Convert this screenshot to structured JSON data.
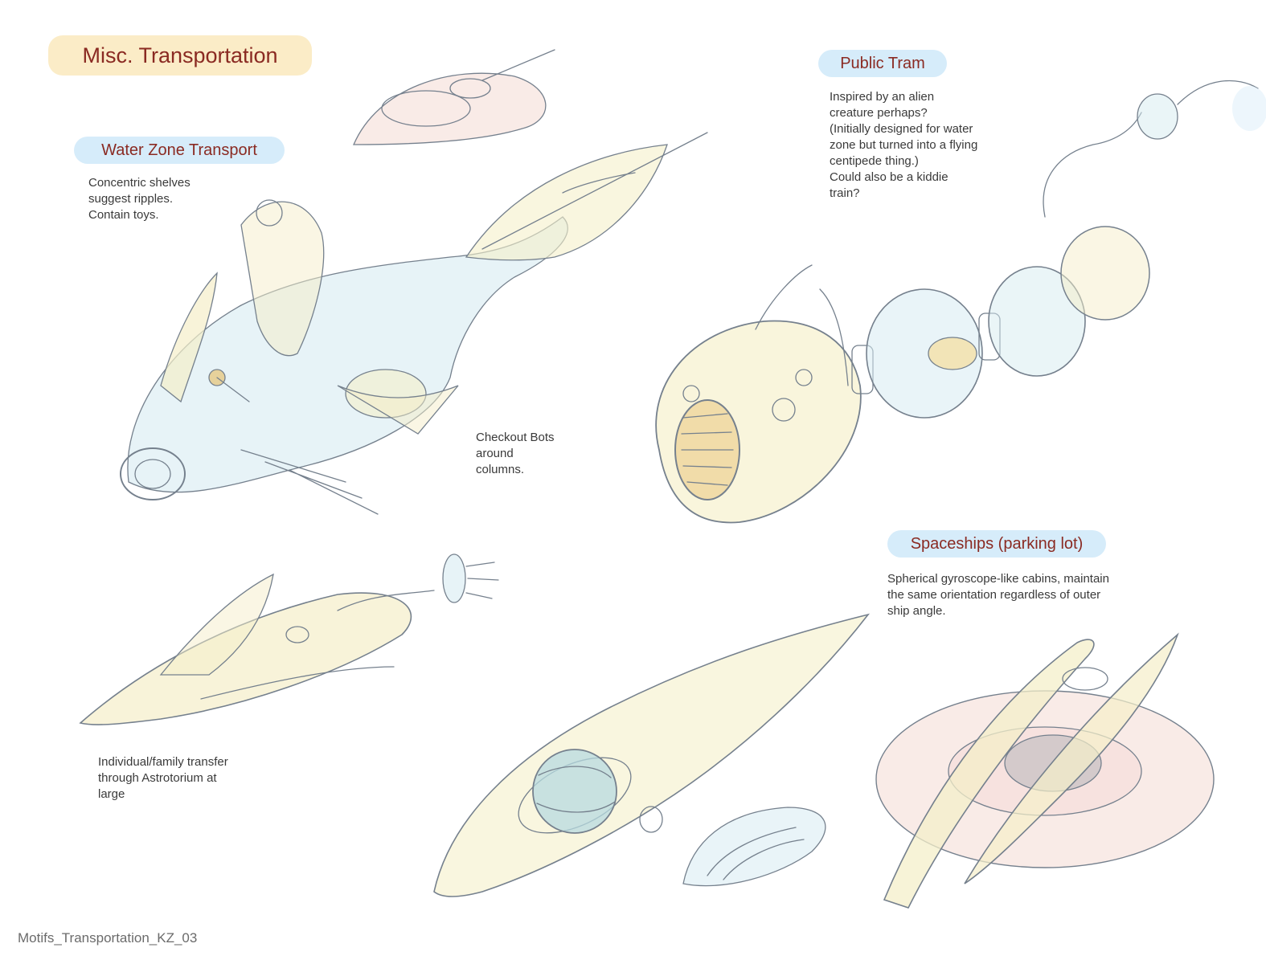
{
  "title": "Misc. Transportation",
  "sections": {
    "water_zone": {
      "heading": "Water Zone Transport",
      "note": "Concentric shelves\nsuggest ripples.\nContain toys."
    },
    "public_tram": {
      "heading": "Public Tram",
      "note": "Inspired by an alien\ncreature perhaps?\n(Initially designed for water\nzone but turned into a flying\ncentipede thing.)\nCould also be a kiddie\ntrain?"
    },
    "spaceships": {
      "heading": "Spaceships (parking lot)",
      "note": "Spherical gyroscope-like cabins, maintain\nthe same orientation regardless of outer\nship angle."
    },
    "checkout_bots": {
      "note": "Checkout Bots\naround\ncolumns."
    },
    "individual_transfer": {
      "note": "Individual/family transfer\nthrough Astrotorium at\nlarge"
    }
  },
  "footer": "Motifs_Transportation_KZ_03",
  "colors": {
    "title_pill_bg": "#fbecc7",
    "heading_pill_bg": "#d6ecfa",
    "heading_text": "#8a2a22",
    "sketch_line": "#5d6b7a",
    "wash_blue": "#cfe8ee",
    "wash_yellow": "#f3ecc0",
    "wash_pink": "#f3d3cc"
  }
}
